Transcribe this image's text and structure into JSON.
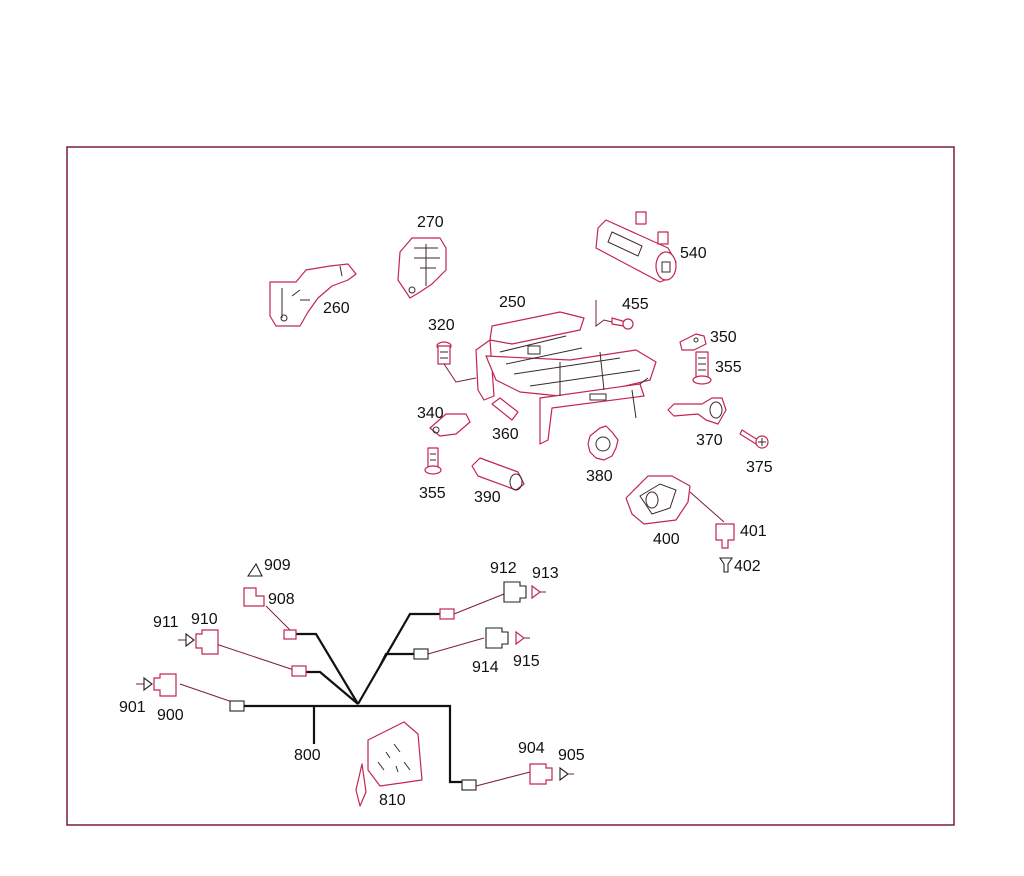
{
  "diagram": {
    "frame_color": "#7a1f3a",
    "part_color": "#c3264f",
    "labels": {
      "p260": "260",
      "p270": "270",
      "p540": "540",
      "p250": "250",
      "p455": "455",
      "p320": "320",
      "p350": "350",
      "p355a": "355",
      "p340": "340",
      "p360": "360",
      "p370": "370",
      "p375": "375",
      "p355b": "355",
      "p390": "390",
      "p380": "380",
      "p400": "400",
      "p401": "401",
      "p402": "402",
      "p909": "909",
      "p908": "908",
      "p912": "912",
      "p913": "913",
      "p911": "911",
      "p910": "910",
      "p914": "914",
      "p915": "915",
      "p901": "901",
      "p900": "900",
      "p800": "800",
      "p904": "904",
      "p905": "905",
      "p810": "810"
    }
  }
}
